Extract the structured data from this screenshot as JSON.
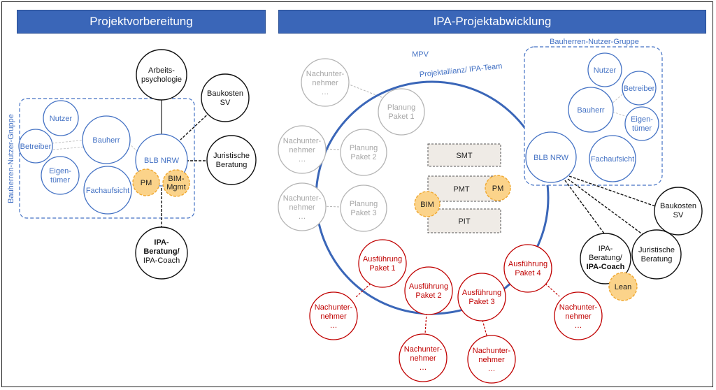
{
  "banners": {
    "left": "Projektvorbereitung",
    "right": "IPA-Projektabwicklung"
  },
  "left_panel": {
    "group_label": "Bauherren-Nutzer-Gruppe",
    "nutzer": "Nutzer",
    "betreiber": "Betreiber",
    "eigentuemer": [
      "Eigen-",
      "tümer"
    ],
    "bauherr": "Bauherr",
    "fachaufsicht": "Fachaufsicht",
    "blb_nrw": "BLB NRW",
    "pm": "PM",
    "bim_mgmt": [
      "BIM-",
      "Mgmt"
    ],
    "arbeitspsychologie": [
      "Arbeits-",
      "psychologie"
    ],
    "baukosten_sv": [
      "Baukosten",
      "SV"
    ],
    "juristische_beratung": [
      "Juristische",
      "Beratung"
    ],
    "ipa_beratung": [
      "IPA-",
      "Beratung/",
      "IPA-Coach"
    ]
  },
  "right_panel": {
    "mpv": "MPV",
    "alliance_label": "Projektallianz/ IPA-Team",
    "group_label": "Bauherren-Nutzer-Gruppe",
    "nutzer": "Nutzer",
    "betreiber": "Betreiber",
    "eigentuemer": [
      "Eigen-",
      "tümer"
    ],
    "bauherr": "Bauherr",
    "fachaufsicht": "Fachaufsicht",
    "blb_nrw": "BLB NRW",
    "smt": "SMT",
    "pmt": "PMT",
    "pit": "PIT",
    "pm": "PM",
    "bim": "BIM",
    "planung": [
      [
        "Planung",
        "Paket 1"
      ],
      [
        "Planung",
        "Paket 2"
      ],
      [
        "Planung",
        "Paket 3"
      ]
    ],
    "planning_subs": [
      [
        "Nachunter-",
        "nehmer",
        "…"
      ],
      [
        "Nachunter-",
        "nehmer",
        "…"
      ],
      [
        "Nachunter-",
        "nehmer",
        "…"
      ]
    ],
    "ausfuehrung": [
      [
        "Ausführung",
        "Paket 1"
      ],
      [
        "Ausführung",
        "Paket 2"
      ],
      [
        "Ausführung",
        "Paket 3"
      ],
      [
        "Ausführung",
        "Paket 4"
      ]
    ],
    "execution_subs": [
      [
        "Nachunter-",
        "nehmer",
        "…"
      ],
      [
        "Nachunter-",
        "nehmer",
        "…"
      ],
      [
        "Nachunter-",
        "nehmer",
        "…"
      ],
      [
        "Nachunter-",
        "nehmer",
        "…"
      ]
    ],
    "baukosten_sv": [
      "Baukosten",
      "SV"
    ],
    "juristische_beratung": [
      "Juristische",
      "Beratung"
    ],
    "ipa_beratung": [
      "IPA-",
      "Beratung/",
      "IPA-Coach"
    ],
    "lean": "Lean"
  },
  "colors": {
    "banner": "#3a66b8",
    "blue": "#4472c4",
    "grey": "#b4b4b4",
    "red": "#c00000",
    "orange_fill": "#fbd38a",
    "orange_stroke": "#f0a830",
    "box_fill": "#efebe6"
  }
}
